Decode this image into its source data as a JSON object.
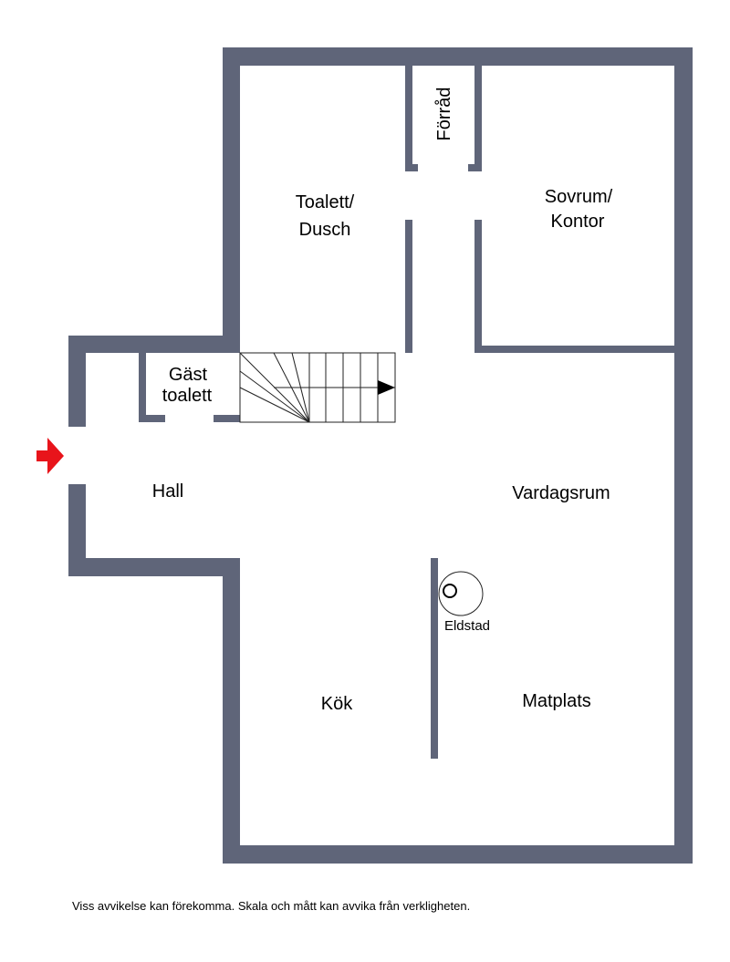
{
  "rooms": {
    "forrad": "Förråd",
    "toalett_line1": "Toalett/",
    "toalett_line2": "Dusch",
    "sovrum_line1": "Sovrum/",
    "sovrum_line2": "Kontor",
    "gast_line1": "Gäst",
    "gast_line2": "toalett",
    "hall": "Hall",
    "vardagsrum": "Vardagsrum",
    "kok": "Kök",
    "matplats": "Matplats",
    "eldstad": "Eldstad"
  },
  "disclaimer": "Viss avvikelse kan förekomma. Skala och mått kan avvika från verkligheten.",
  "colors": {
    "wall": "#5f6579",
    "entrance_arrow": "#e8141b"
  },
  "icons": {
    "entrance": "entrance-arrow-icon",
    "fireplace": "fireplace-icon",
    "stairs": "staircase"
  }
}
